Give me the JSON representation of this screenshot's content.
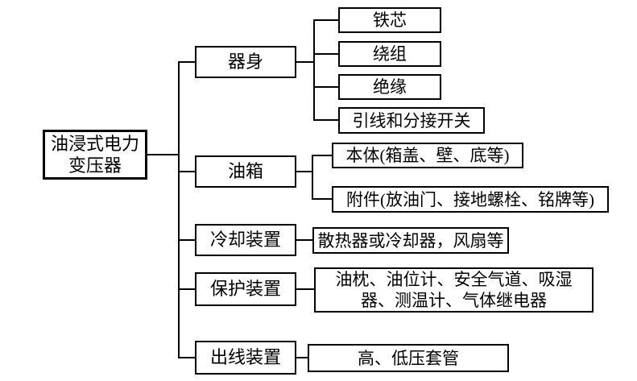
{
  "diagram": {
    "background_color": "#ffffff",
    "line_color": "#000000",
    "text_color": "#000000",
    "border_color": "#000000",
    "root": {
      "label": "油浸式电力变压器",
      "label_lines": [
        "油浸式电力",
        "变压器"
      ]
    },
    "branches": [
      {
        "label": "器身",
        "children": [
          {
            "label": "铁芯"
          },
          {
            "label": "绕组"
          },
          {
            "label": "绝缘"
          },
          {
            "label": "引线和分接开关"
          }
        ]
      },
      {
        "label": "油箱",
        "children": [
          {
            "label": "本体(箱盖、壁、底等)"
          },
          {
            "label": "附件(放油门、接地螺栓、铭牌等)"
          }
        ]
      },
      {
        "label": "冷却装置",
        "children": [
          {
            "label": "散热器或冷却器，风扇等"
          }
        ]
      },
      {
        "label": "保护装置",
        "children": [
          {
            "label": "油枕、油位计、安全气道、吸湿器、测温计、气体继电器",
            "label_lines": [
              "油枕、油位计、安全气道、吸湿",
              "器、测温计、气体继电器"
            ]
          }
        ]
      },
      {
        "label": "出线装置",
        "children": [
          {
            "label": "高、低压套管"
          }
        ]
      }
    ]
  }
}
